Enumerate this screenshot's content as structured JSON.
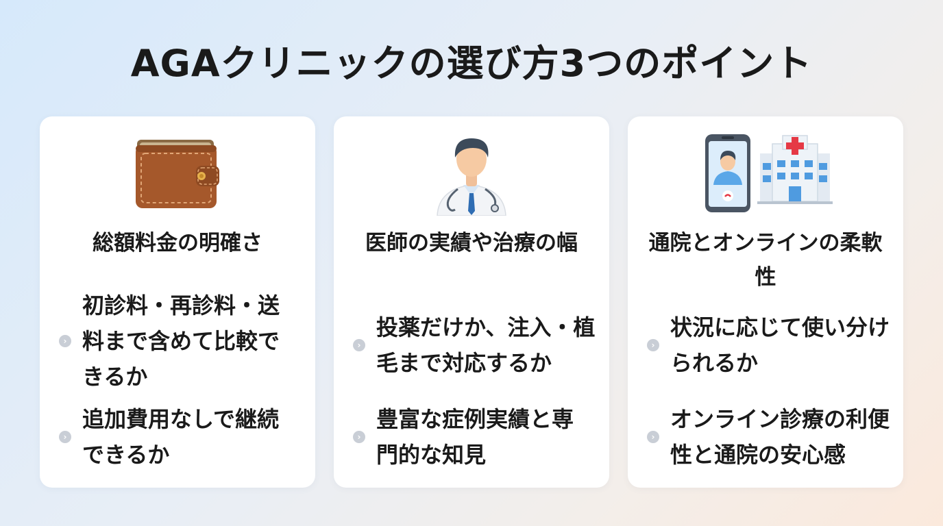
{
  "page": {
    "title": "AGAクリニックの選び方3つのポイント"
  },
  "cards": [
    {
      "icon": "wallet-icon",
      "title": "総額料金の明確さ",
      "bullets": [
        "初診料・再診料・送料まで含めて比較できるか",
        "追加費用なしで継続できるか"
      ]
    },
    {
      "icon": "doctor-icon",
      "title": "医師の実績や治療の幅",
      "bullets": [
        "投薬だけか、注入・植毛まで対応するか",
        "豊富な症例実績と専門的な知見"
      ]
    },
    {
      "icon": "smartphone-hospital-icon",
      "title": "通院とオンラインの柔軟性",
      "bullets": [
        "状況に応じて使い分けられるか",
        "オンライン診療の利便性と通院の安心感"
      ]
    }
  ],
  "colors": {
    "bullet_dot": "#c9ced6",
    "wallet": "#a5582b",
    "hospital_cross": "#e53945",
    "scrubs": "#5aa7e8"
  }
}
